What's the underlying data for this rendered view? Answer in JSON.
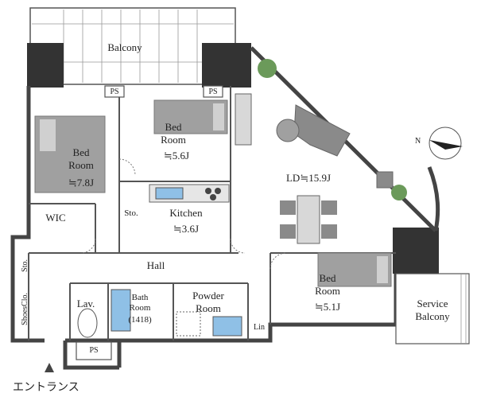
{
  "rooms": {
    "balcony": "Balcony",
    "bed_nw_name": "Bed\nRoom",
    "bed_nw_size": "≒7.8J",
    "bed_n_name": "Bed\nRoom",
    "bed_n_size": "≒5.6J",
    "ld": "LD≒15.9J",
    "wic": "WIC",
    "sto_kitchen": "Sto.",
    "kitchen_name": "Kitchen",
    "kitchen_size": "≒3.6J",
    "hall": "Hall",
    "sto_left": "Sto.",
    "shoes": "ShoesClo.",
    "lav": "Lav.",
    "bath_name": "Bath\nRoom",
    "bath_size": "(1418)",
    "powder": "Powder\nRoom",
    "lin": "Lin",
    "bed_e_name": "Bed\nRoom",
    "bed_e_size": "≒5.1J",
    "service_balcony": "Service\nBalcony",
    "ps_left": "PS",
    "ps_right": "PS",
    "ps_bottom": "PS",
    "entrance": "エントランス"
  },
  "compass": {
    "label": "N"
  },
  "colors": {
    "wall": "#333333",
    "furniture": "#9a9a9a",
    "fixture_blue": "#6fa8d8",
    "plant": "#6b9a5a",
    "grid": "#888888",
    "text": "#222222"
  }
}
